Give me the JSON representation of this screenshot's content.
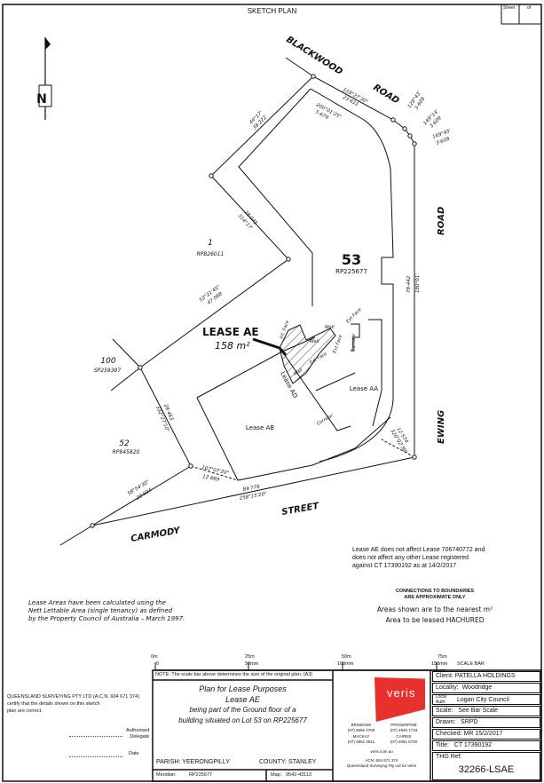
{
  "header": {
    "title": "SKETCH PLAN",
    "sheet_label": "Sheet",
    "of_label": "of"
  },
  "plan": {
    "north_label": "N",
    "roads": {
      "blackwood": "BLACKWOOD",
      "road1": "ROAD",
      "road2": "ROAD",
      "ewing": "EWING",
      "street": "STREET",
      "carmody": "CARMODY"
    },
    "lots": {
      "lot53": {
        "number": "53",
        "plan": "RP225677"
      },
      "lot1": {
        "number": "1",
        "plan": "RP826011"
      },
      "lot100": {
        "number": "100",
        "plan": "SP259387"
      },
      "lot52": {
        "number": "52",
        "plan": "RP845820"
      }
    },
    "dimensions": {
      "d1": "118°27'30\"",
      "d1b": "23·611",
      "d2": "200°01'25\"",
      "d2b": "5·679",
      "d3": "128°43'",
      "d3b": "3·609",
      "d4": "149°14'",
      "d4b": "3·609",
      "d5": "169°45'",
      "d5b": "3·609",
      "d6": "44°17'",
      "d6b": "38·222",
      "d7": "28·045",
      "d7b": "314°17'",
      "d8": "53°21'45\"",
      "d8b": "47·568",
      "d9": "78·442",
      "d9b": "180°01'",
      "d10": "12·574",
      "d10b": "320°02'30\"",
      "d11": "28·463",
      "d11b": "332°27'10\"",
      "d12": "107°07'20\"",
      "d12b": "12·869",
      "d13": "84·778",
      "d13b": "258°15'20\"",
      "d14": "58°54'30\"",
      "d14b": "29·604"
    },
    "lease_ae": {
      "title": "LEASE AE",
      "area": "158 m²"
    },
    "leases": {
      "aa": "Lease AA",
      "ab": "Lease AB",
      "ad": "Lease AD"
    },
    "annotations": {
      "int_face": "Int. Face",
      "ext_face": "Ext Face",
      "ext_face2": "Ext Face",
      "ext_face3": "Ext Face",
      "wall1": "Wall",
      "wall2": "Wall",
      "wall3": "Wall",
      "corridor1": "Corridor",
      "corridor2": "Corridor"
    }
  },
  "notes": {
    "lease_note": [
      "Lease AE does not affect Lease 706740772 and",
      "does not affect any other Lease registered",
      "against CT 17390192 as at 14/2/2017"
    ],
    "connections": [
      "CONNECTIONS TO BOUNDARIES",
      "ARE APPROXIMATE ONLY"
    ],
    "areas": "Areas shown are to the nearest m²",
    "hachured": "Area to be leased   HACHURED",
    "nla": [
      "Lease Areas have been calculated using the",
      "Nett Lettable Area (single tenancy) as defined",
      "by the Property Council of Australia – March 1997."
    ]
  },
  "scale_bar": {
    "m0": "0m",
    "mm0": "0",
    "m25": "25m",
    "mm50": "50mm",
    "m50": "50m",
    "mm100": "100mm",
    "m75": "75m",
    "mm150": "150mm",
    "label": "SCALE BAR"
  },
  "certificate": {
    "text": [
      "QUEENSLAND SURVEYING PTY LTD (A.C.N. 604 671 374)",
      "certify that the details shown on this sketch",
      "plan are correct."
    ],
    "authorised": "Authorised",
    "delegate": "Delegate",
    "date": "Date"
  },
  "title_block": {
    "note": "NOTE: The scale bar above determines the size of the original plan. (A3)",
    "title_lines": [
      "Plan for Lease Purposes",
      "Lease AE",
      "being part of the Ground floor of a",
      "building situated on Lot 53 on RP225677"
    ],
    "parish": "PARISH: YEERONGPILLY",
    "county": "COUNTY: STANLEY",
    "meridian_label": "Meridian:",
    "meridian": "RP225677",
    "map_label": "Map:",
    "map": "9542-43113"
  },
  "logo": {
    "brand": "veris",
    "brand_color": "#e8312f",
    "offices": [
      {
        "name": "BRISBANE",
        "phone": "(07) 3666 4700"
      },
      {
        "name": "PROSERPINE",
        "phone": "(07) 4945 1733"
      },
      {
        "name": "MACKAY",
        "phone": "(07) 4951 2911"
      },
      {
        "name": "CAIRNS",
        "phone": "(07) 4051 6732"
      }
    ],
    "web": "veris.com.au",
    "acn": "ACN: 604 671 374",
    "company": "Queensland Surveying Pty Ltd t/a Veris"
  },
  "info": {
    "client_label": "Client:",
    "client": "PATELLA HOLDINGS",
    "locality_label": "Locality:",
    "locality": "Woodridge",
    "local_auth_label": "Local Auth:",
    "local_auth": "Logan City Council",
    "scale_label": "Scale:",
    "scale": "See Bar Scale",
    "drawn_label": "Drawn:",
    "drawn": "SRPD",
    "checked_label": "Checked:",
    "checked": "MR  15/2/2017",
    "title_label": "Title:",
    "title": "CT 17390192",
    "ref_label": "THG Ref:",
    "ref": "32266-LSAE"
  }
}
